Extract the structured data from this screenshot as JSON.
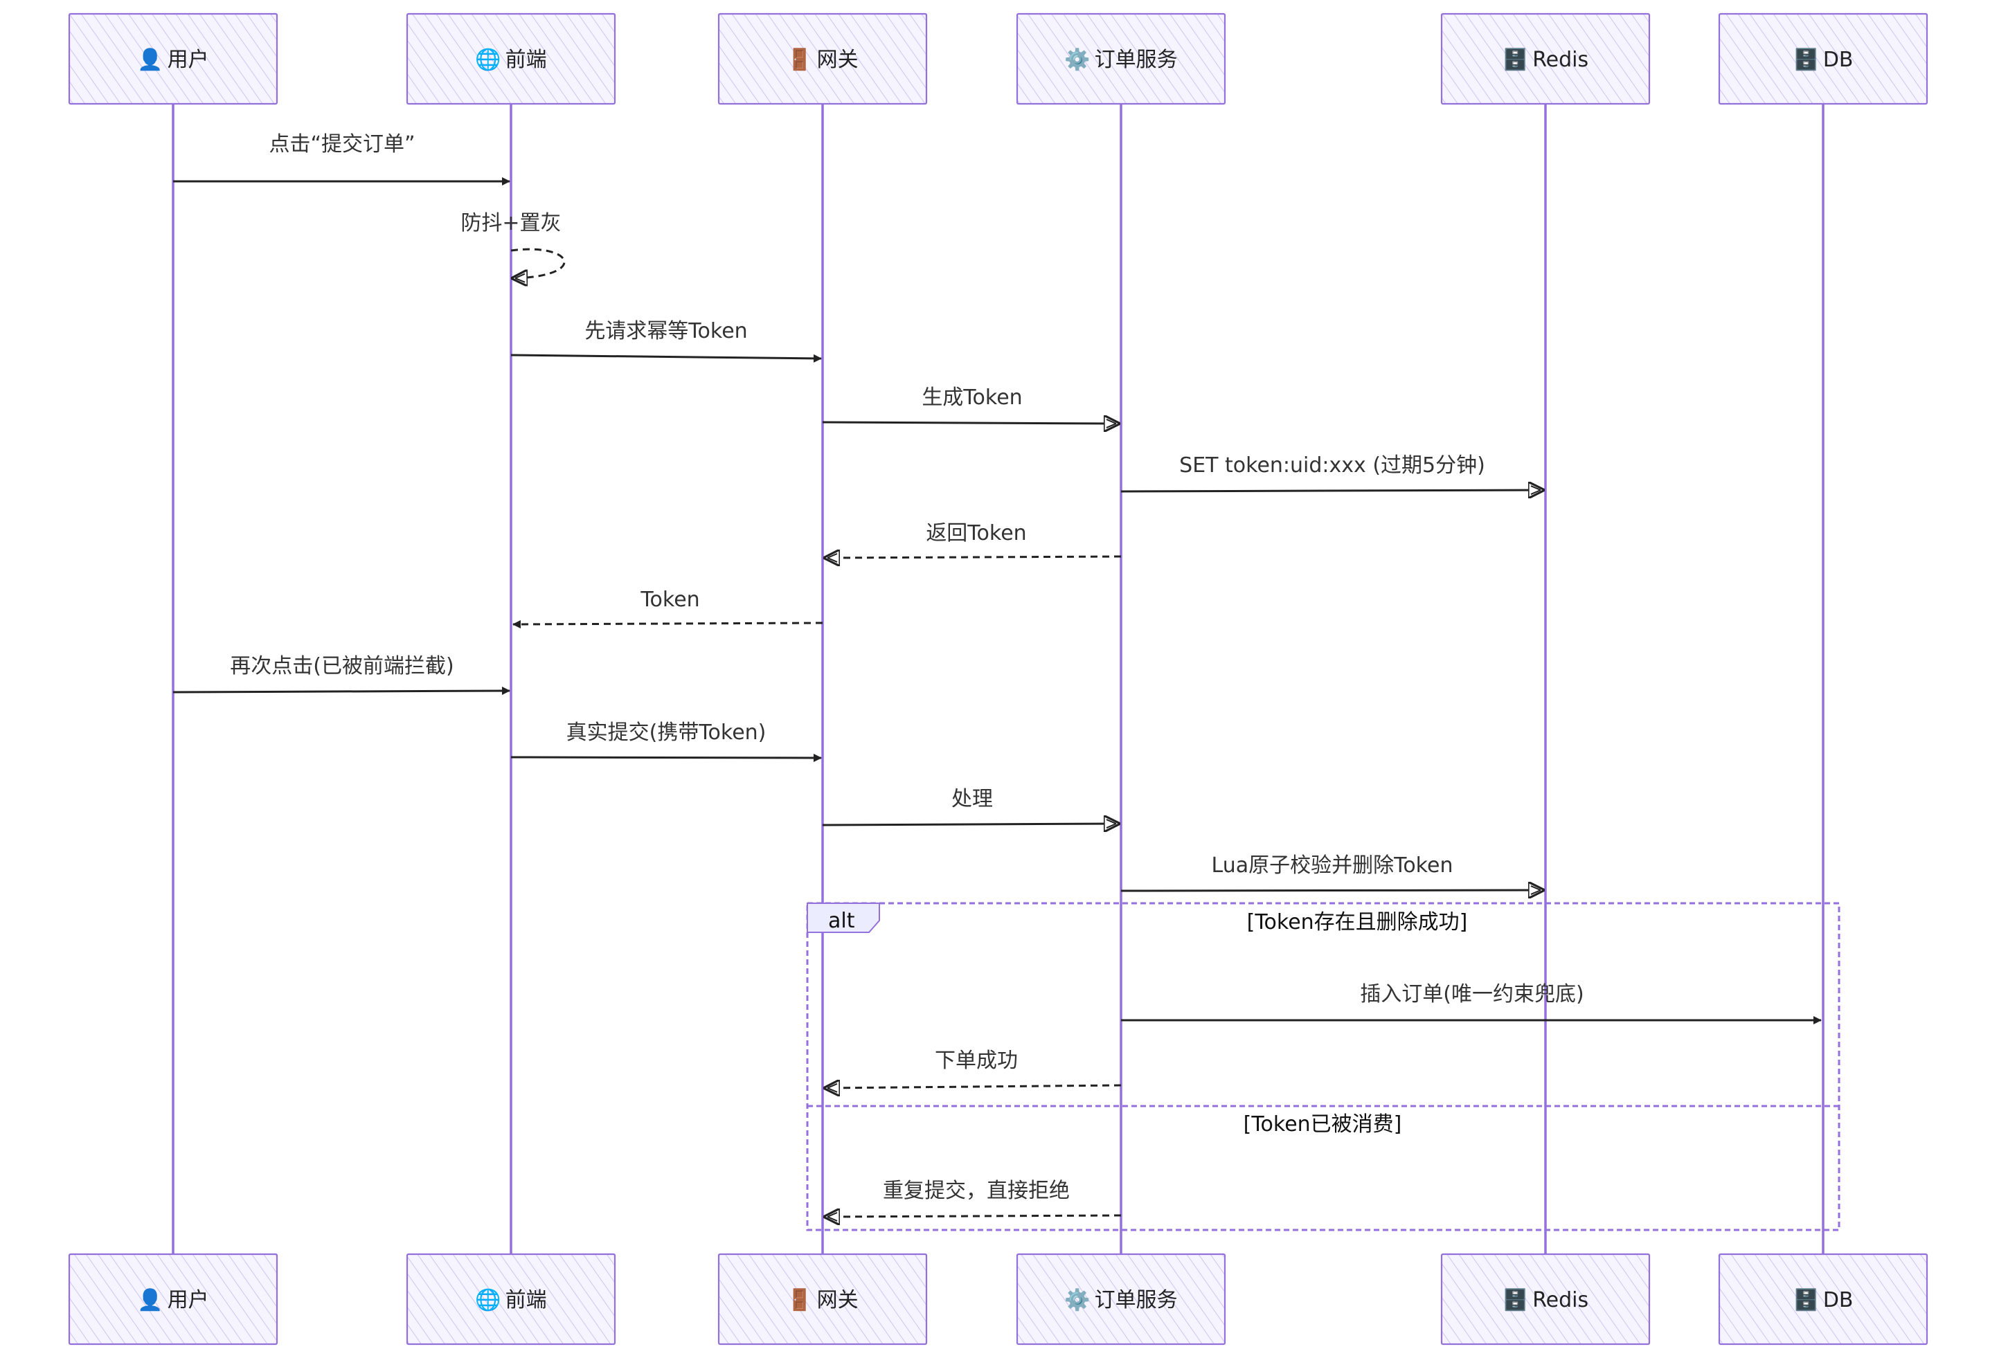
{
  "participants": [
    {
      "id": "user",
      "icon": "👤",
      "icon_name": "user-icon",
      "label": "用户"
    },
    {
      "id": "frontend",
      "icon": "🌐",
      "icon_name": "globe-icon",
      "label": "前端"
    },
    {
      "id": "gateway",
      "icon": "🚪",
      "icon_name": "door-icon",
      "label": "网关"
    },
    {
      "id": "order",
      "icon": "⚙️",
      "icon_name": "gear-icon",
      "label": "订单服务"
    },
    {
      "id": "redis",
      "icon": "🗄️",
      "icon_name": "database-icon",
      "label": "Redis"
    },
    {
      "id": "db",
      "icon": "🗄️",
      "icon_name": "database-icon",
      "label": "DB"
    }
  ],
  "messages": [
    {
      "from": "user",
      "to": "frontend",
      "label": "点击“提交订单”",
      "style": "solid",
      "arrow": "filled"
    },
    {
      "from": "frontend",
      "to": "frontend",
      "label": "防抖+置灰",
      "style": "dashed",
      "arrow": "open"
    },
    {
      "from": "frontend",
      "to": "gateway",
      "label": "先请求幂等Token",
      "style": "solid",
      "arrow": "filled"
    },
    {
      "from": "gateway",
      "to": "order",
      "label": "生成Token",
      "style": "solid",
      "arrow": "open"
    },
    {
      "from": "order",
      "to": "redis",
      "label": "SET token:uid:xxx (过期5分钟)",
      "style": "solid",
      "arrow": "open"
    },
    {
      "from": "order",
      "to": "gateway",
      "label": "返回Token",
      "style": "dashed",
      "arrow": "open"
    },
    {
      "from": "gateway",
      "to": "frontend",
      "label": "Token",
      "style": "dashed",
      "arrow": "filled"
    },
    {
      "from": "user",
      "to": "frontend",
      "label": "再次点击(已被前端拦截)",
      "style": "solid",
      "arrow": "filled"
    },
    {
      "from": "frontend",
      "to": "gateway",
      "label": "真实提交(携带Token)",
      "style": "solid",
      "arrow": "filled"
    },
    {
      "from": "gateway",
      "to": "order",
      "label": "处理",
      "style": "solid",
      "arrow": "open"
    },
    {
      "from": "order",
      "to": "redis",
      "label": "Lua原子校验并删除Token",
      "style": "solid",
      "arrow": "open"
    },
    {
      "from": "order",
      "to": "db",
      "label": "插入订单(唯一约束兜底)",
      "style": "solid",
      "arrow": "filled"
    },
    {
      "from": "order",
      "to": "gateway",
      "label": "下单成功",
      "style": "dashed",
      "arrow": "open"
    },
    {
      "from": "order",
      "to": "gateway",
      "label": "重复提交，直接拒绝",
      "style": "dashed",
      "arrow": "open"
    }
  ],
  "alt": {
    "tag": "alt",
    "conditions": [
      "[Token存在且删除成功]",
      "[Token已被消费]"
    ]
  },
  "colors": {
    "lifeline": "#9370DB",
    "actor_fill": "#ECECFF",
    "line": "#222222"
  }
}
